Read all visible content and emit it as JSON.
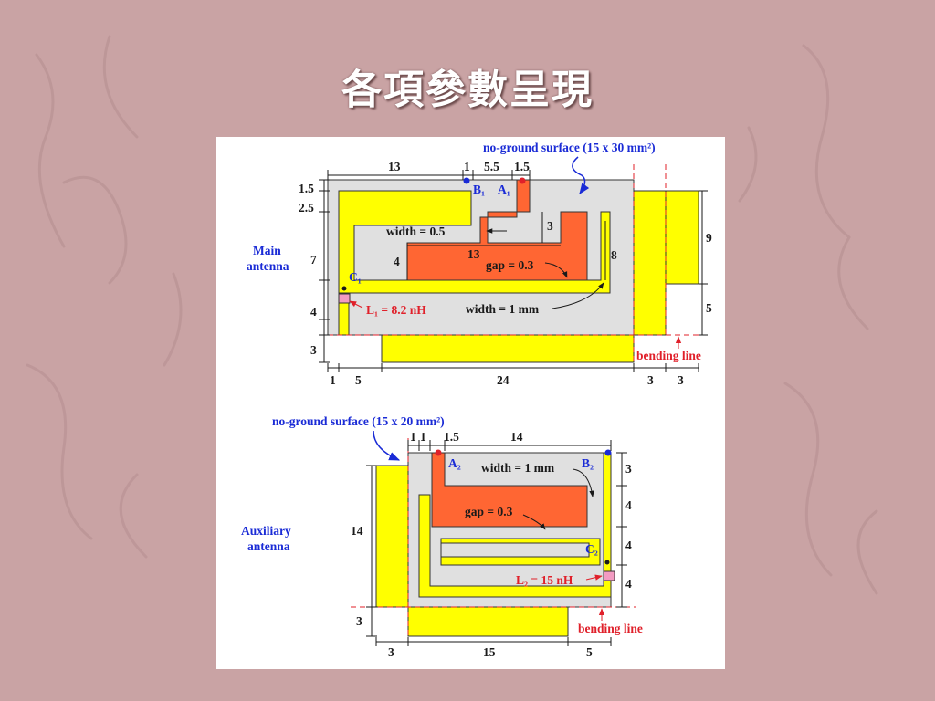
{
  "slide": {
    "title": "各項參數呈現"
  },
  "colors": {
    "background": "#c9a3a4",
    "ground": "#e0e0e0",
    "conductor": "#ffff00",
    "patch": "#ff6633",
    "dimension_line": "#1a1a1a",
    "blue_note": "#1a2bd6",
    "red_note": "#e0202a"
  },
  "main": {
    "label_line1": "Main",
    "label_line2": "antenna",
    "no_ground": "no-ground surface (15 x 30 mm²)",
    "width_thin": "width = 0.5",
    "width_thick": "width = 1 mm",
    "gap": "gap = 0.3",
    "inductor": "L₁ = 8.2 nH",
    "bending": "bending line",
    "point_a": "A₁",
    "point_b": "B₁",
    "point_c": "C₁",
    "dims": {
      "top_13": "13",
      "top_1": "1",
      "top_5_5": "5.5",
      "top_1_5": "1.5",
      "left_1_5": "1.5",
      "left_2_5": "2.5",
      "left_7": "7",
      "left_4": "4",
      "left_3": "3",
      "inner_4": "4",
      "inner_13": "13",
      "inner_3": "3",
      "inner_8": "8",
      "right_9": "9",
      "right_5": "5",
      "bottom_1": "1",
      "bottom_5": "5",
      "bottom_24": "24",
      "bottom_3a": "3",
      "bottom_3b": "3"
    }
  },
  "aux": {
    "label_line1": "Auxiliary",
    "label_line2": "antenna",
    "no_ground": "no-ground surface (15 x 20 mm²)",
    "width_thick": "width = 1 mm",
    "gap": "gap = 0.3",
    "inductor": "L₂ = 15 nH",
    "bending": "bending line",
    "point_a": "A₂",
    "point_b": "B₂",
    "point_c": "C₂",
    "dims": {
      "top_1a": "1",
      "top_1b": "1",
      "top_1_5": "1.5",
      "top_14": "14",
      "left_14": "14",
      "left_3": "3",
      "right_3": "3",
      "right_4a": "4",
      "right_4b": "4",
      "right_4c": "4",
      "bottom_3": "3",
      "bottom_15": "15",
      "bottom_5": "5"
    }
  }
}
